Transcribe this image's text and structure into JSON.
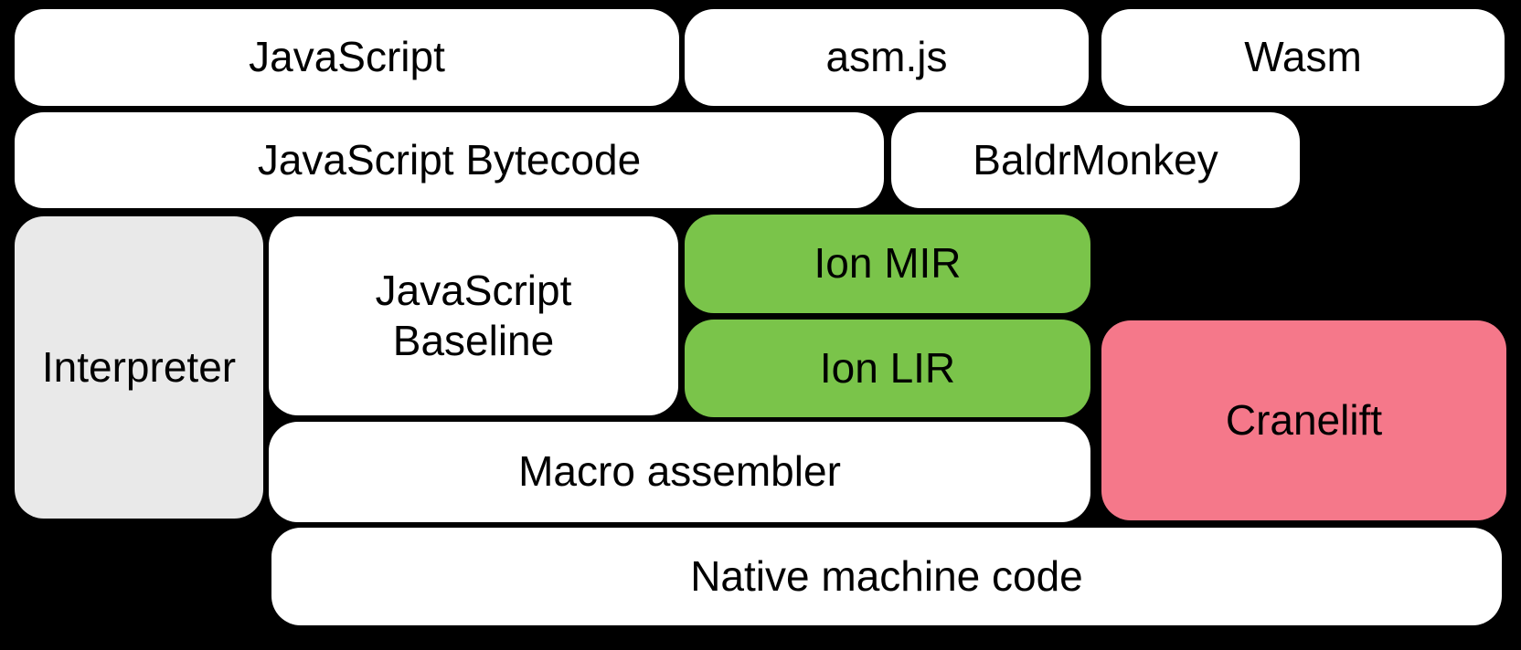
{
  "diagram": {
    "background": "#000000",
    "text_color": "#000000",
    "boxes": {
      "javascript": {
        "label": "JavaScript",
        "fill": "#FFFFFF"
      },
      "asm_js": {
        "label": "asm.js",
        "fill": "#FFFFFF"
      },
      "wasm": {
        "label": "Wasm",
        "fill": "#FFFFFF"
      },
      "javascript_bytecode": {
        "label": "JavaScript Bytecode",
        "fill": "#FFFFFF"
      },
      "baldrmonkey": {
        "label": "BaldrMonkey",
        "fill": "#FFFFFF"
      },
      "interpreter": {
        "label": "Interpreter",
        "fill": "#E9E9E9"
      },
      "javascript_baseline": {
        "label_line1": "JavaScript",
        "label_line2": "Baseline",
        "fill": "#FFFFFF"
      },
      "ion_mir": {
        "label": "Ion MIR",
        "fill": "#7AC44A"
      },
      "ion_lir": {
        "label": "Ion LIR",
        "fill": "#7AC44A"
      },
      "cranelift": {
        "label": "Cranelift",
        "fill": "#F5788A"
      },
      "macro_assembler": {
        "label": "Macro assembler",
        "fill": "#FFFFFF"
      },
      "native_machine_code": {
        "label": "Native machine code",
        "fill": "#FFFFFF"
      }
    }
  }
}
